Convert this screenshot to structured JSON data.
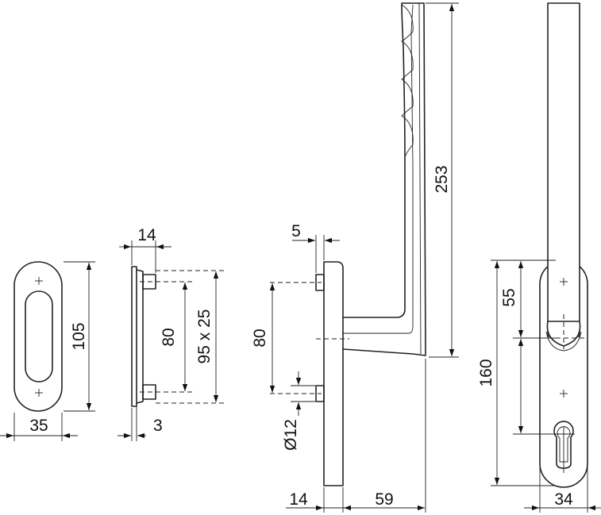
{
  "dimensions": {
    "rosette_length": "105",
    "rosette_width": "35",
    "escutcheon_depth": "14",
    "escutcheon_plate": "3",
    "escutcheon_hole_spacing": "80",
    "escutcheon_outer": "95 x 25",
    "handle_offset": "5",
    "handle_hole_spacing": "80",
    "handle_bolt_diameter": "Ø12",
    "handle_plate_thickness": "14",
    "handle_projection": "59",
    "handle_length": "253",
    "plate_upper": "55",
    "plate_total": "160",
    "plate_width": "34"
  }
}
